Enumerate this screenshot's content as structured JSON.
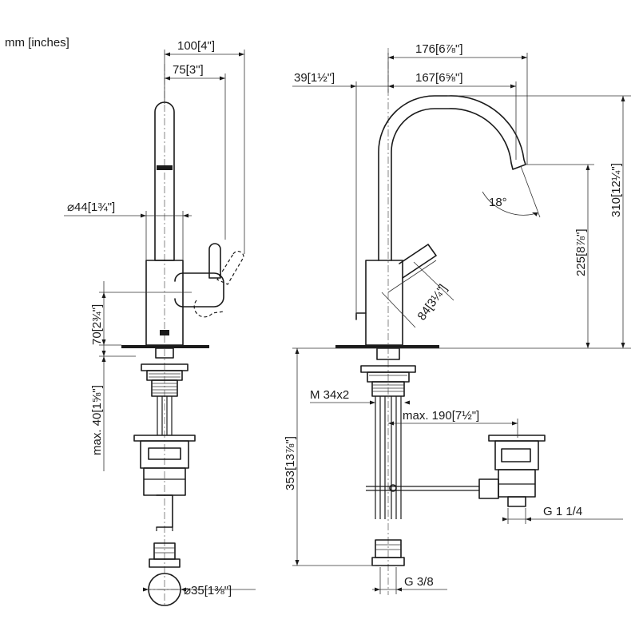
{
  "units": "mm [inches]",
  "dims": {
    "w100": "100[4\"]",
    "w75": "75[3\"]",
    "d44": "⌀44[1¾\"]",
    "h70": "70[2¾\"]",
    "max40": "max. 40[1⅝\"]",
    "d35": "⌀35[1⅜\"]",
    "w176": "176[6⅞\"]",
    "w39": "39[1½\"]",
    "w167": "167[6⅝\"]",
    "a18": "18°",
    "h310": "310[12¼\"]",
    "h225": "225[8⅞\"]",
    "l84": "84[3¼\"]",
    "thread": "M 34x2",
    "max190": "max. 190[7½\"]",
    "h353": "353[13⅞\"]",
    "g114": "G 1 1/4",
    "g38": "G 3/8"
  },
  "icons": {
    "dimension-arrow": "dimension-arrow-icon",
    "center-line": "center-line-icon"
  }
}
